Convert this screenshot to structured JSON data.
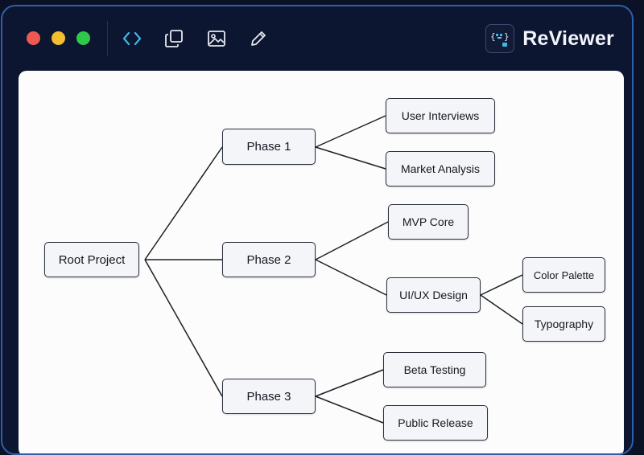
{
  "app": {
    "name": "ReViewer",
    "logo_icon": "code-review-logo-icon"
  },
  "window_controls": [
    {
      "name": "close",
      "color": "#ee5a52"
    },
    {
      "name": "minimize",
      "color": "#f3bf2e"
    },
    {
      "name": "maximize",
      "color": "#2fc84b"
    }
  ],
  "toolbar": [
    {
      "icon": "code-icon"
    },
    {
      "icon": "copy-icon"
    },
    {
      "icon": "image-icon"
    },
    {
      "icon": "pencil-icon"
    }
  ],
  "colors": {
    "accent": "#3fb6e8",
    "window_border": "#2f5fae",
    "background": "#0c1630",
    "canvas": "#fcfcfd"
  },
  "diagram": {
    "root": {
      "label": "Root Project"
    },
    "phases": [
      {
        "label": "Phase 1",
        "children": [
          {
            "label": "User Interviews"
          },
          {
            "label": "Market Analysis"
          }
        ]
      },
      {
        "label": "Phase 2",
        "children": [
          {
            "label": "MVP Core"
          },
          {
            "label": "UI/UX Design",
            "children": [
              {
                "label": "Color Palette"
              },
              {
                "label": "Typography"
              }
            ]
          }
        ]
      },
      {
        "label": "Phase 3",
        "children": [
          {
            "label": "Beta Testing"
          },
          {
            "label": "Public Release"
          }
        ]
      }
    ]
  }
}
